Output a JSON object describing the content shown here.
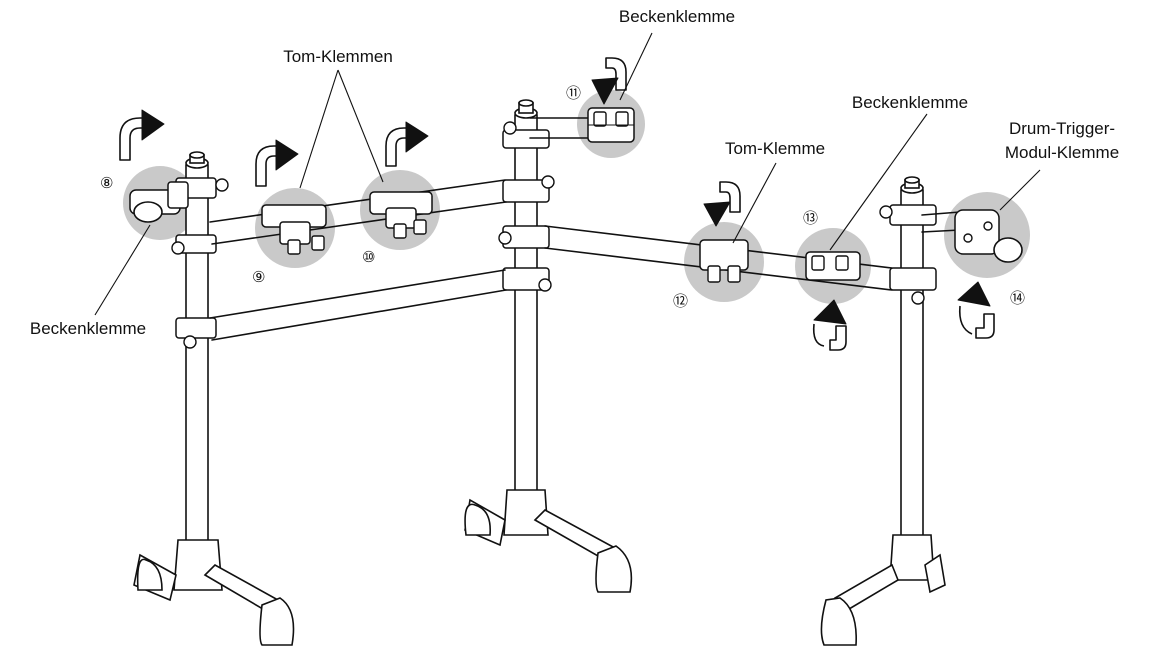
{
  "labels": {
    "tom_clamps": "Tom-Klemmen",
    "cymbal_clamp_top": "Beckenklemme",
    "cymbal_clamp_left": "Beckenklemme",
    "tom_clamp": "Tom-Klemme",
    "cymbal_clamp_right": "Beckenklemme",
    "module_clamp_line1": "Drum-Trigger-",
    "module_clamp_line2": "Modul-Klemme"
  },
  "step_numbers": {
    "n8": "⑧",
    "n9": "⑨",
    "n10": "⑩",
    "n11": "⑪",
    "n12": "⑫",
    "n13": "⑬",
    "n14": "⑭"
  },
  "colors": {
    "line": "#111111",
    "highlight": "#c9c9c9",
    "background": "#ffffff"
  },
  "icons": [
    "rotation-arrow-icon",
    "clamp-icon"
  ]
}
